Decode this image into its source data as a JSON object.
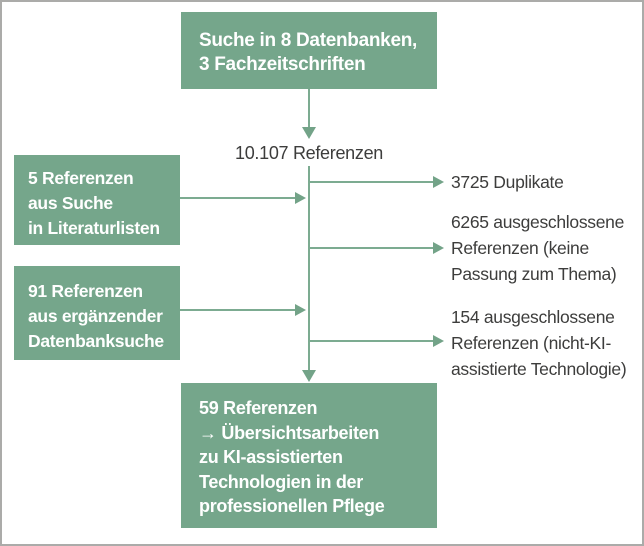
{
  "diagram": {
    "top_box": {
      "lines": [
        "Suche in 8 Datenbanken,",
        "3 Fachzeitschriften"
      ]
    },
    "total_label": "10.107 Referenzen",
    "side_box_literature": {
      "lines": [
        "5 Referenzen",
        "aus Suche",
        "in Literaturlisten"
      ]
    },
    "side_box_database": {
      "lines": [
        "91 Referenzen",
        "aus ergänzender",
        "Datenbanksuche"
      ]
    },
    "exclusion_duplicates": {
      "lines": [
        "3725 Duplikate"
      ]
    },
    "exclusion_topic": {
      "lines": [
        "6265 ausgeschlossene",
        "Referenzen (keine",
        "Passung zum Thema)"
      ]
    },
    "exclusion_non_ai": {
      "lines": [
        "154 ausgeschlossene",
        "Referenzen (nicht-KI-",
        "assistierte Technologie)"
      ]
    },
    "result_box": {
      "lines": [
        "59 Referenzen",
        "→ Übersichtsarbeiten",
        "zu KI-assistierten",
        "Technologien in der",
        "professionellen Pflege"
      ]
    }
  },
  "colors": {
    "box_green": "#75a68b",
    "arrow_green": "#7cab91",
    "arrowhead_green": "#73a388",
    "text_dark": "#3d3d3c",
    "text_light": "#ffffff",
    "frame_border": "#ababa9",
    "background": "#ffffff"
  }
}
